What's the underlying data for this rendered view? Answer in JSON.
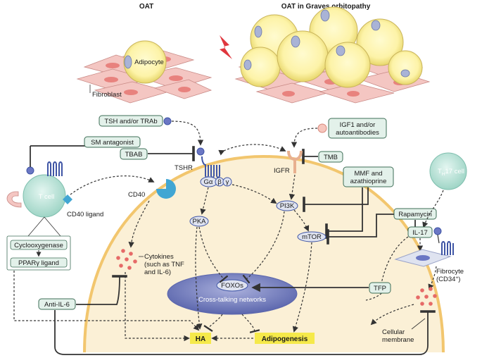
{
  "titles": {
    "oat": "OAT",
    "oat_go": "OAT in Graves orbitopathy"
  },
  "labels": {
    "adipocyte": "Adipocyte",
    "fibroblast": "Fibroblast",
    "tshr": "TSHR",
    "igfr": "IGFR",
    "cd40": "CD40",
    "cd40_ligand": "CD40 ligand",
    "t_cell": "T cell",
    "th17_t": "T",
    "th17_h": "H",
    "th17_rest": "17 cell",
    "g_alpha": "Gα",
    "g_beta": "β",
    "g_gamma": "γ",
    "pka": "PKA",
    "pi3k": "PI3K",
    "mtor": "mTOR",
    "foxos": "FOXOs",
    "cross_talk": "Cross-talking networks",
    "cytokines_1": "Cytokines",
    "cytokines_2": "(such as TNF",
    "cytokines_3": "and IL-6)",
    "fibrocyte_1": "Fibrocyte",
    "fibrocyte_2": "(CD34",
    "fibrocyte_sup": "+",
    "fibrocyte_3": ")",
    "cell_membrane_1": "Cellular",
    "cell_membrane_2": "membrane",
    "ha": "HA",
    "adipogenesis": "Adipogenesis"
  },
  "boxes": {
    "tsh": "TSH and/or TRAb",
    "igf1_1": "IGF1 and/or",
    "igf1_2": "autoantibodies",
    "sm_antagonist": "SM antagonist",
    "tbab": "TBAB",
    "tmb": "TMB",
    "mmf_1": "MMF and",
    "mmf_2": "azathioprine",
    "rapamycin": "Rapamycin",
    "il17": "IL-17",
    "cox": "Cyclooxygenase",
    "ppar_1": "PPAR",
    "ppar_2": "γ",
    "ppar_3": " ligand",
    "anti_il6": "Anti-IL-6",
    "tfp": "TFP"
  },
  "colors": {
    "box_fill": "#e3f1ea",
    "box_stroke": "#3e6e57",
    "cell_body": "#fbf0d6",
    "cell_edge": "#f2c66e",
    "fibroblast": "#f4c6c2",
    "adipocyte": "#fdf3a8",
    "nucleus": "#a9b3d6",
    "receptor": "#3f55a5",
    "tcell": "#b7e0d6",
    "highlight": "#f5e94a",
    "cytokine": "#e66a67",
    "network": "#6a74b8",
    "arrow_red": "#e0363d"
  }
}
